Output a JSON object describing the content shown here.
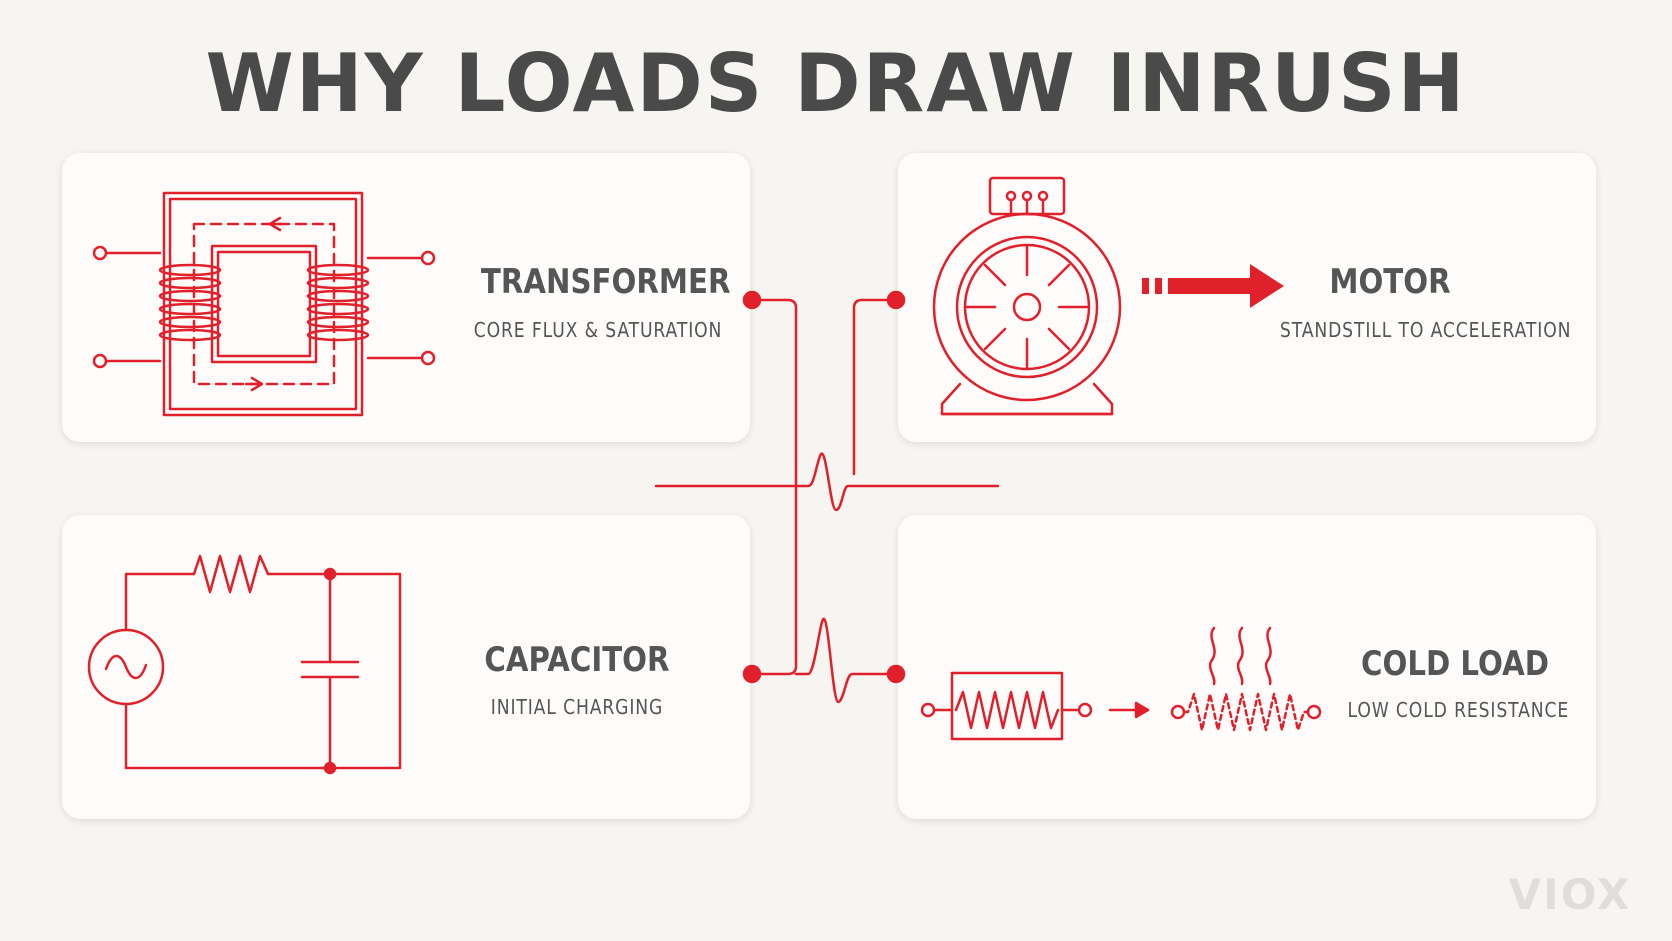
{
  "title": "WHY LOADS DRAW INRUSH",
  "accent_color": "#e0202a",
  "text_color": "#555555",
  "loads": {
    "transformer": {
      "heading": "TRANSFORMER",
      "subtitle": "CORE FLUX & SATURATION",
      "icon": "transformer-icon"
    },
    "motor": {
      "heading": "MOTOR",
      "subtitle": "STANDSTILL TO ACCELERATION",
      "icon": "motor-icon"
    },
    "capacitor": {
      "heading": "CAPACITOR",
      "subtitle": "INITIAL CHARGING",
      "icon": "capacitor-circuit-icon"
    },
    "cold_load": {
      "heading": "COLD LOAD",
      "subtitle": "LOW COLD RESISTANCE",
      "icon": "heating-resistor-icon"
    }
  },
  "watermark": "VIOX"
}
